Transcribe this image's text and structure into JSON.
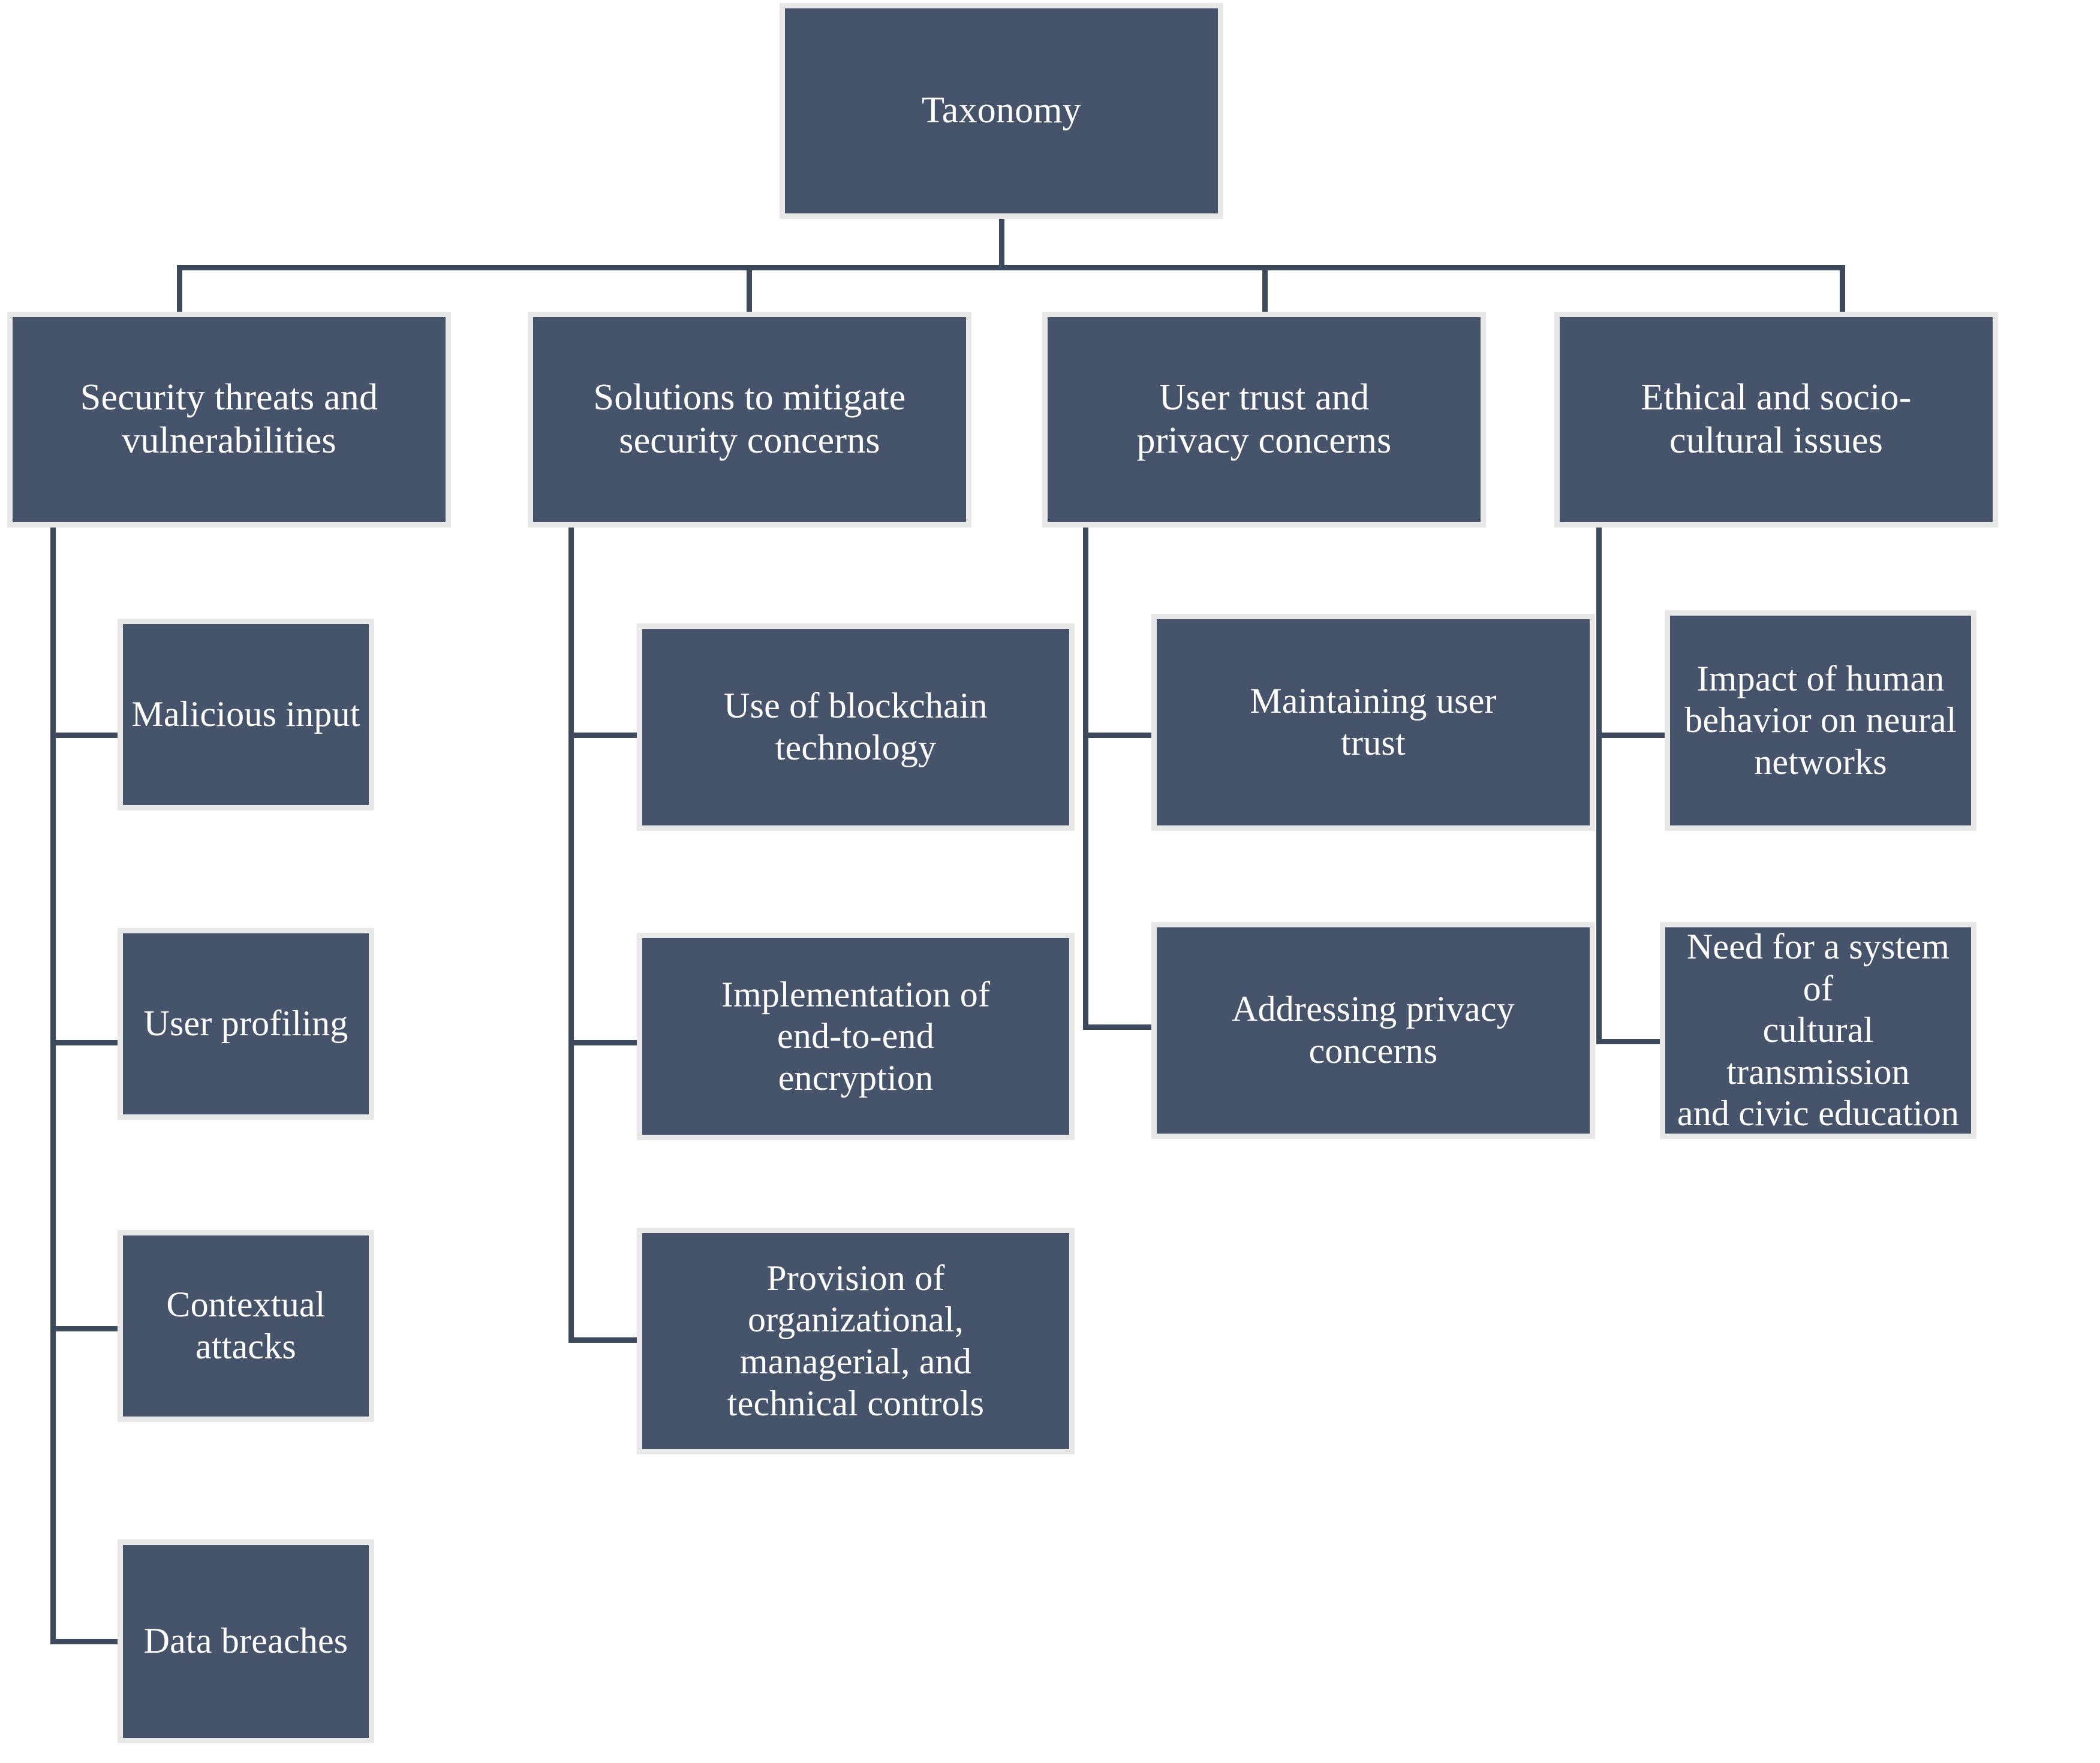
{
  "diagram": {
    "title": "Taxonomy",
    "type": "hierarchical-tree",
    "colors": {
      "node_fill": "#45546a",
      "node_border": "#e8e8e8",
      "node_text": "#ffffff",
      "connector": "#3d4a5c",
      "background": "#ffffff"
    },
    "root": {
      "label": "Taxonomy"
    },
    "branches": [
      {
        "id": "branch-security-threats",
        "label": "Security threats and\nvulnerabilities",
        "children": [
          {
            "id": "leaf-malicious-input",
            "label": "Malicious input"
          },
          {
            "id": "leaf-user-profiling",
            "label": "User profiling"
          },
          {
            "id": "leaf-contextual-attacks",
            "label": "Contextual attacks"
          },
          {
            "id": "leaf-data-breaches",
            "label": "Data breaches"
          }
        ]
      },
      {
        "id": "branch-solutions",
        "label": "Solutions to mitigate\nsecurity concerns",
        "children": [
          {
            "id": "leaf-blockchain",
            "label": "Use of blockchain\ntechnology"
          },
          {
            "id": "leaf-encryption",
            "label": "Implementation of\nend-to-end\nencryption"
          },
          {
            "id": "leaf-controls",
            "label": "Provision of\norganizational,\nmanagerial, and\ntechnical controls"
          }
        ]
      },
      {
        "id": "branch-user-trust",
        "label": "User trust and\nprivacy concerns",
        "children": [
          {
            "id": "leaf-maintaining-trust",
            "label": "Maintaining user\ntrust"
          },
          {
            "id": "leaf-privacy-concerns",
            "label": "Addressing privacy\nconcerns"
          }
        ]
      },
      {
        "id": "branch-ethical",
        "label": "Ethical and socio-\ncultural issues",
        "children": [
          {
            "id": "leaf-human-behavior",
            "label": "Impact of human\nbehavior on neural\nnetworks"
          },
          {
            "id": "leaf-cultural-transmission",
            "label": "Need for a system of\ncultural transmission\nand civic education"
          }
        ]
      }
    ]
  }
}
